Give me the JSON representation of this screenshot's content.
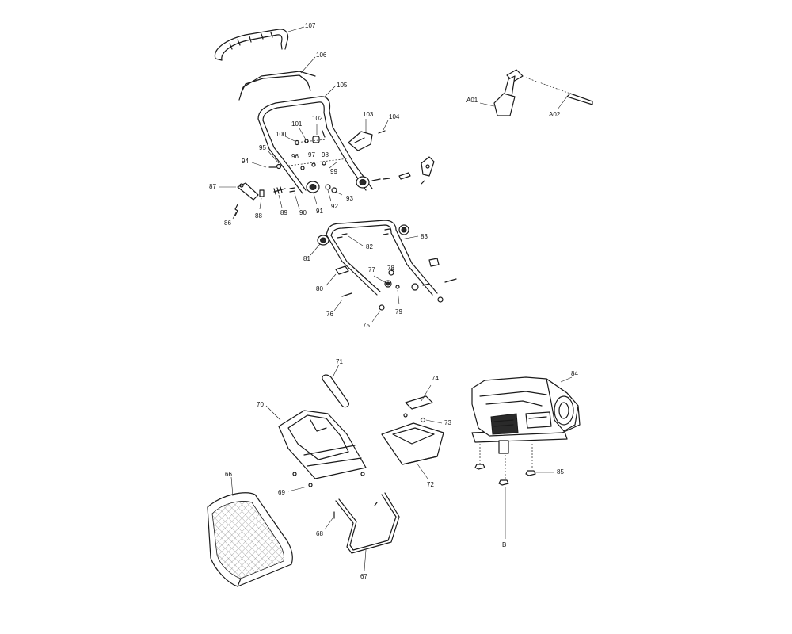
{
  "labels": {
    "p107": "107",
    "p106": "106",
    "p105": "105",
    "p104": "104",
    "p103": "103",
    "p102": "102",
    "p101": "101",
    "p100": "100",
    "p99": "99",
    "p98": "98",
    "p97": "97",
    "p96": "96",
    "p95": "95",
    "p94": "94",
    "p93": "93",
    "p92": "92",
    "p91": "91",
    "p90": "90",
    "p89": "89",
    "p88": "88",
    "p87": "87",
    "p86": "86",
    "p83": "83",
    "p82": "82",
    "p81": "81",
    "p80": "80",
    "p79": "79",
    "p78": "78",
    "p77": "77",
    "p76": "76",
    "p75": "75",
    "p74": "74",
    "p73": "73",
    "p72": "72",
    "p71": "71",
    "p70": "70",
    "p69": "69",
    "p68": "68",
    "p67": "67",
    "p66": "66",
    "p85": "85",
    "p84": "84",
    "pA01": "A01",
    "pA02": "A02",
    "pB": "B"
  }
}
